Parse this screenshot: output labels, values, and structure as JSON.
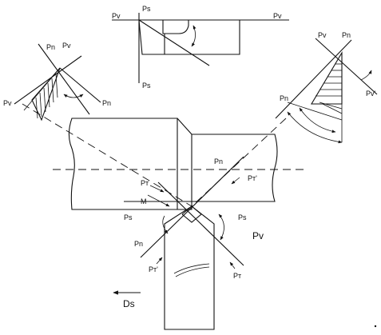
{
  "labels": {
    "pv": "Pv",
    "ps": "Ps",
    "pn": "Pn",
    "pt": "Pт",
    "pt_prime": "Pт'",
    "pv_prime": "Pv'",
    "m": "M",
    "ds": "Ds"
  }
}
